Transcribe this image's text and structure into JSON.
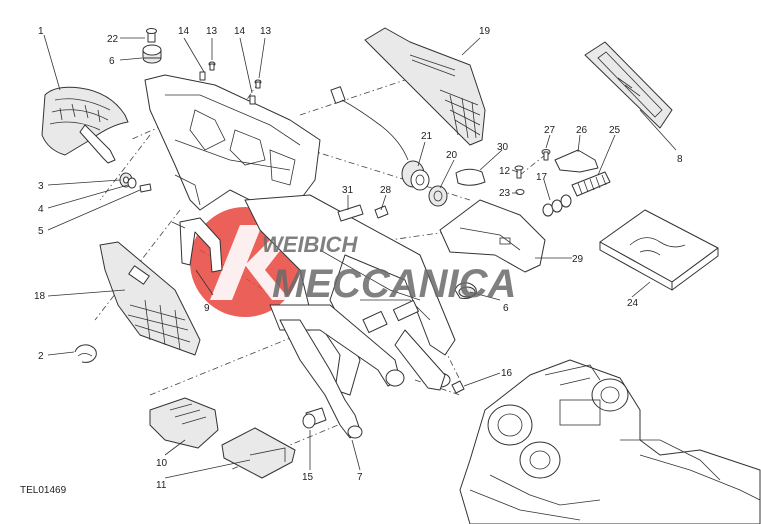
{
  "diagram_code": "TEL01469",
  "watermark": {
    "line1": "WEIBICH",
    "line2": "MECCANICA",
    "logo_color": "#e9443d",
    "text_color": "#6a6a6a"
  },
  "callouts": [
    "1",
    "2",
    "3",
    "4",
    "5",
    "6",
    "6",
    "7",
    "8",
    "9",
    "10",
    "11",
    "12",
    "13",
    "13",
    "14",
    "14",
    "15",
    "16",
    "17",
    "18",
    "19",
    "20",
    "21",
    "22",
    "23",
    "24",
    "25",
    "26",
    "27",
    "28",
    "29",
    "30",
    "31"
  ]
}
